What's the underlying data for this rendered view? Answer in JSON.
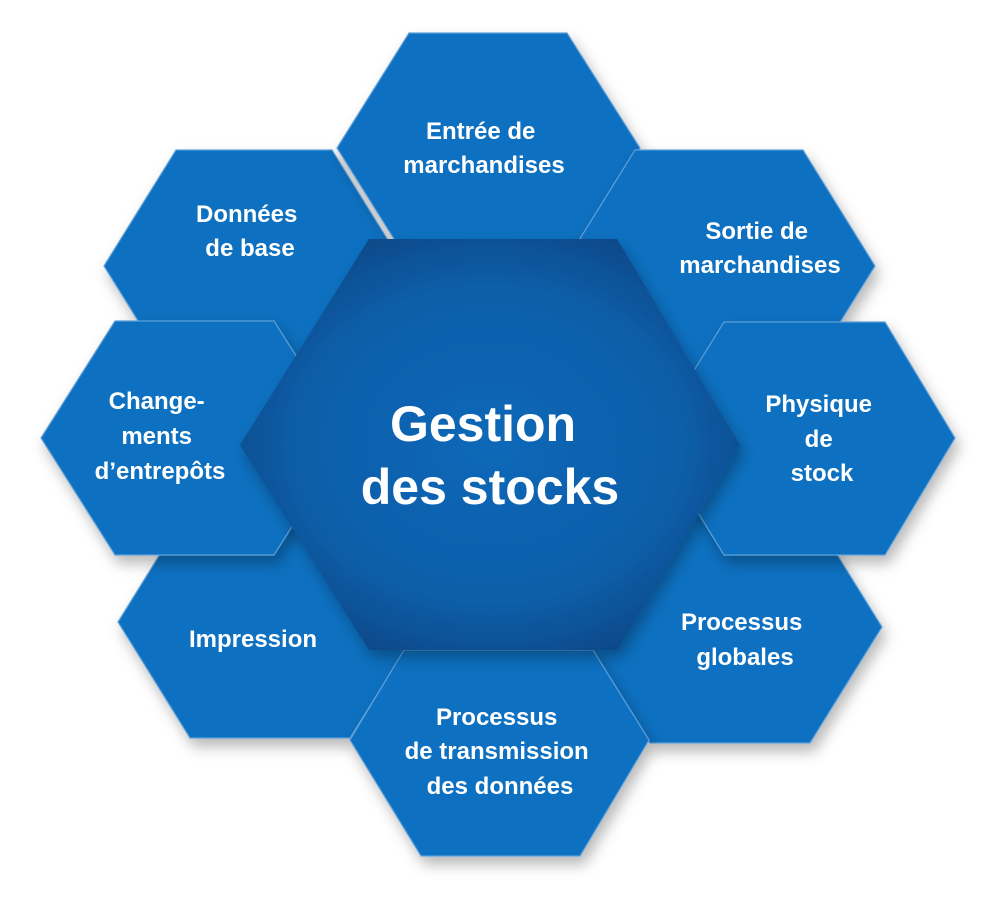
{
  "center": {
    "lines": [
      "Gestion",
      "des stocks"
    ]
  },
  "modules": {
    "donnees_base": [
      "Données",
      "de base"
    ],
    "entree": [
      "Entrée de",
      "marchandises"
    ],
    "sortie": [
      "Sortie de",
      "marchandises"
    ],
    "impression": [
      "Impression"
    ],
    "changements": [
      "Change-",
      "ments",
      "d’entrepôts"
    ],
    "globales": [
      "Processus",
      "globales"
    ],
    "physique": [
      "Physique",
      "de",
      "stock"
    ],
    "transmission": [
      "Processus",
      "de transmission",
      "des données"
    ]
  },
  "colors": {
    "hex_fill": "#0a6fc0",
    "center_inner": "#0b64b4",
    "center_outer": "#08508f",
    "text": "#ffffff"
  }
}
